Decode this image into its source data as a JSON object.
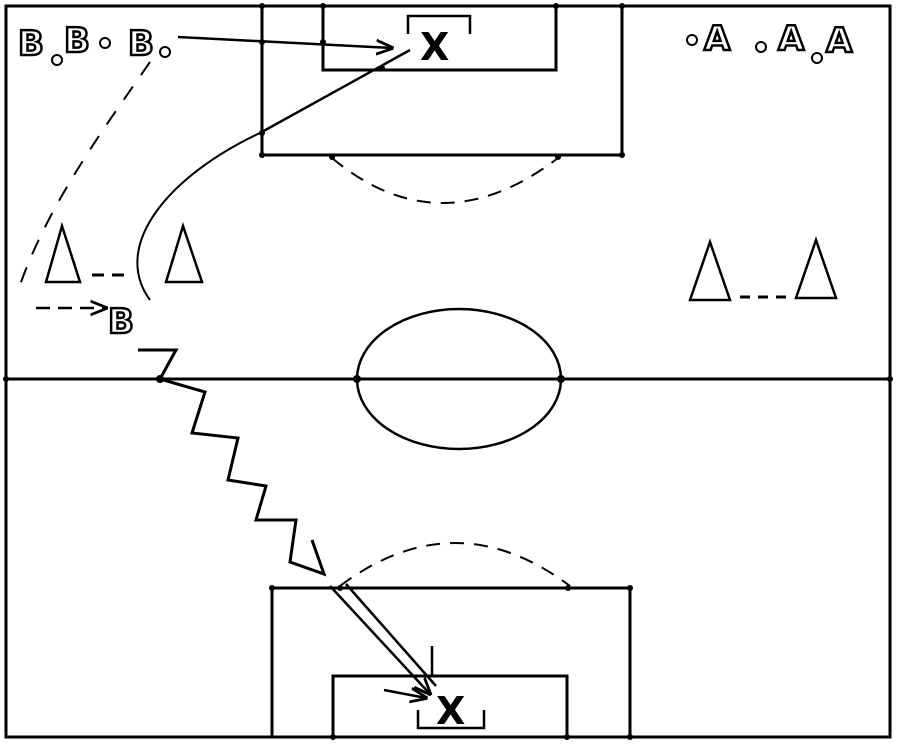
{
  "diagram": {
    "players": [
      {
        "id": "b1",
        "label": "B"
      },
      {
        "id": "b2",
        "label": "B"
      },
      {
        "id": "b3",
        "label": "B"
      },
      {
        "id": "b4",
        "label": "B"
      },
      {
        "id": "a1",
        "label": "A"
      },
      {
        "id": "a2",
        "label": "A"
      },
      {
        "id": "a3",
        "label": "A"
      }
    ],
    "targets": [
      {
        "id": "top-goal-target",
        "label": "X"
      },
      {
        "id": "bottom-goal-target",
        "label": "X"
      }
    ],
    "cone_count": 4,
    "ball_count": 6,
    "colors": {
      "background": "#ffffff",
      "lines": "#000000"
    }
  }
}
